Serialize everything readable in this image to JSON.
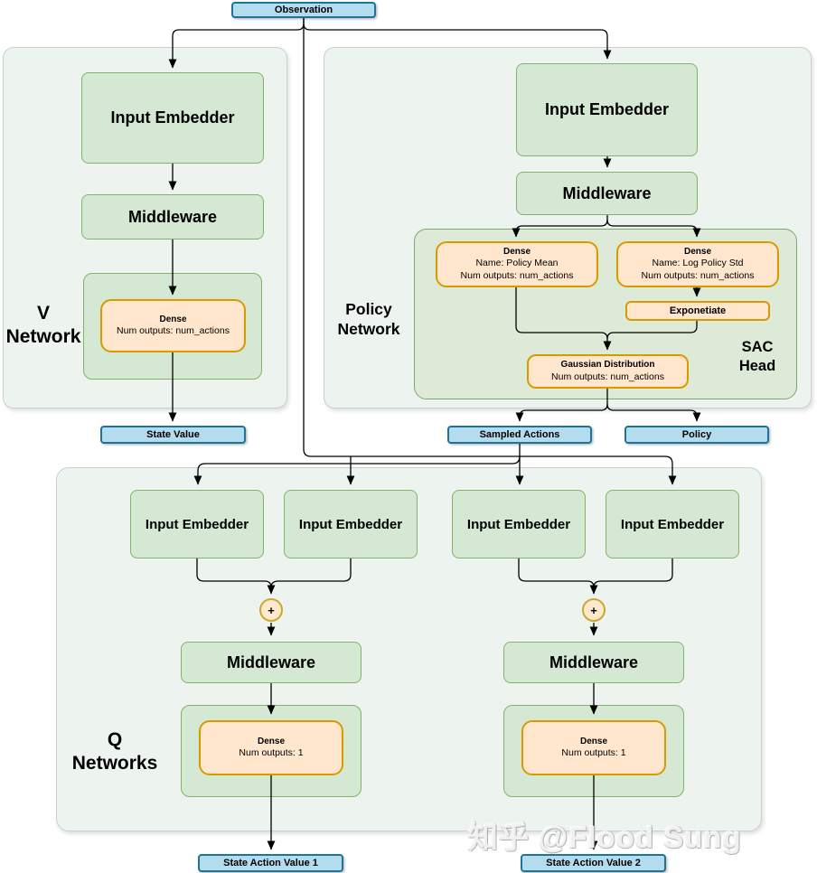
{
  "observation_label": "Observation",
  "v_network": {
    "label": "V\nNetwork",
    "input_embedder": "Input Embedder",
    "middleware": "Middleware",
    "dense_title": "Dense",
    "dense_subtitle": "Num outputs: num_actions",
    "output_label": "State Value"
  },
  "policy_network": {
    "label": "Policy\nNetwork",
    "input_embedder": "Input Embedder",
    "middleware": "Middleware",
    "sac_head": {
      "label": "SAC\nHead",
      "dense_mean_title": "Dense",
      "dense_mean_name": "Name: Policy Mean",
      "dense_mean_outputs": "Num outputs: num_actions",
      "dense_std_title": "Dense",
      "dense_std_name": "Name: Log Policy Std",
      "dense_std_outputs": "Num outputs: num_actions",
      "exponentiate_label": "Exponetiate",
      "gaussian_title": "Gaussian Distribution",
      "gaussian_outputs": "Num outputs: num_actions"
    },
    "sampled_actions_label": "Sampled Actions",
    "policy_label": "Policy"
  },
  "q_networks": {
    "label": "Q\nNetworks",
    "input_embedder": "Input Embedder",
    "plus_label": "+",
    "middleware": "Middleware",
    "dense_title": "Dense",
    "dense_subtitle": "Num outputs: 1",
    "output1_label": "State Action Value 1",
    "output2_label": "State Action Value 2"
  },
  "watermark": "知乎 @Flood Sung",
  "colors": {
    "green_fill": "#d5e8d4",
    "green_border": "#82b366",
    "orange_fill": "#ffe6cc",
    "orange_border": "#d79b00",
    "blue_fill": "#b3dcee",
    "blue_border": "#1f7396",
    "container_fill": "#edf3ef",
    "container_border": "#c8d2ca",
    "sac_fill": "#dcead7",
    "sac_border": "#7da56e",
    "arrow": "#000000"
  }
}
